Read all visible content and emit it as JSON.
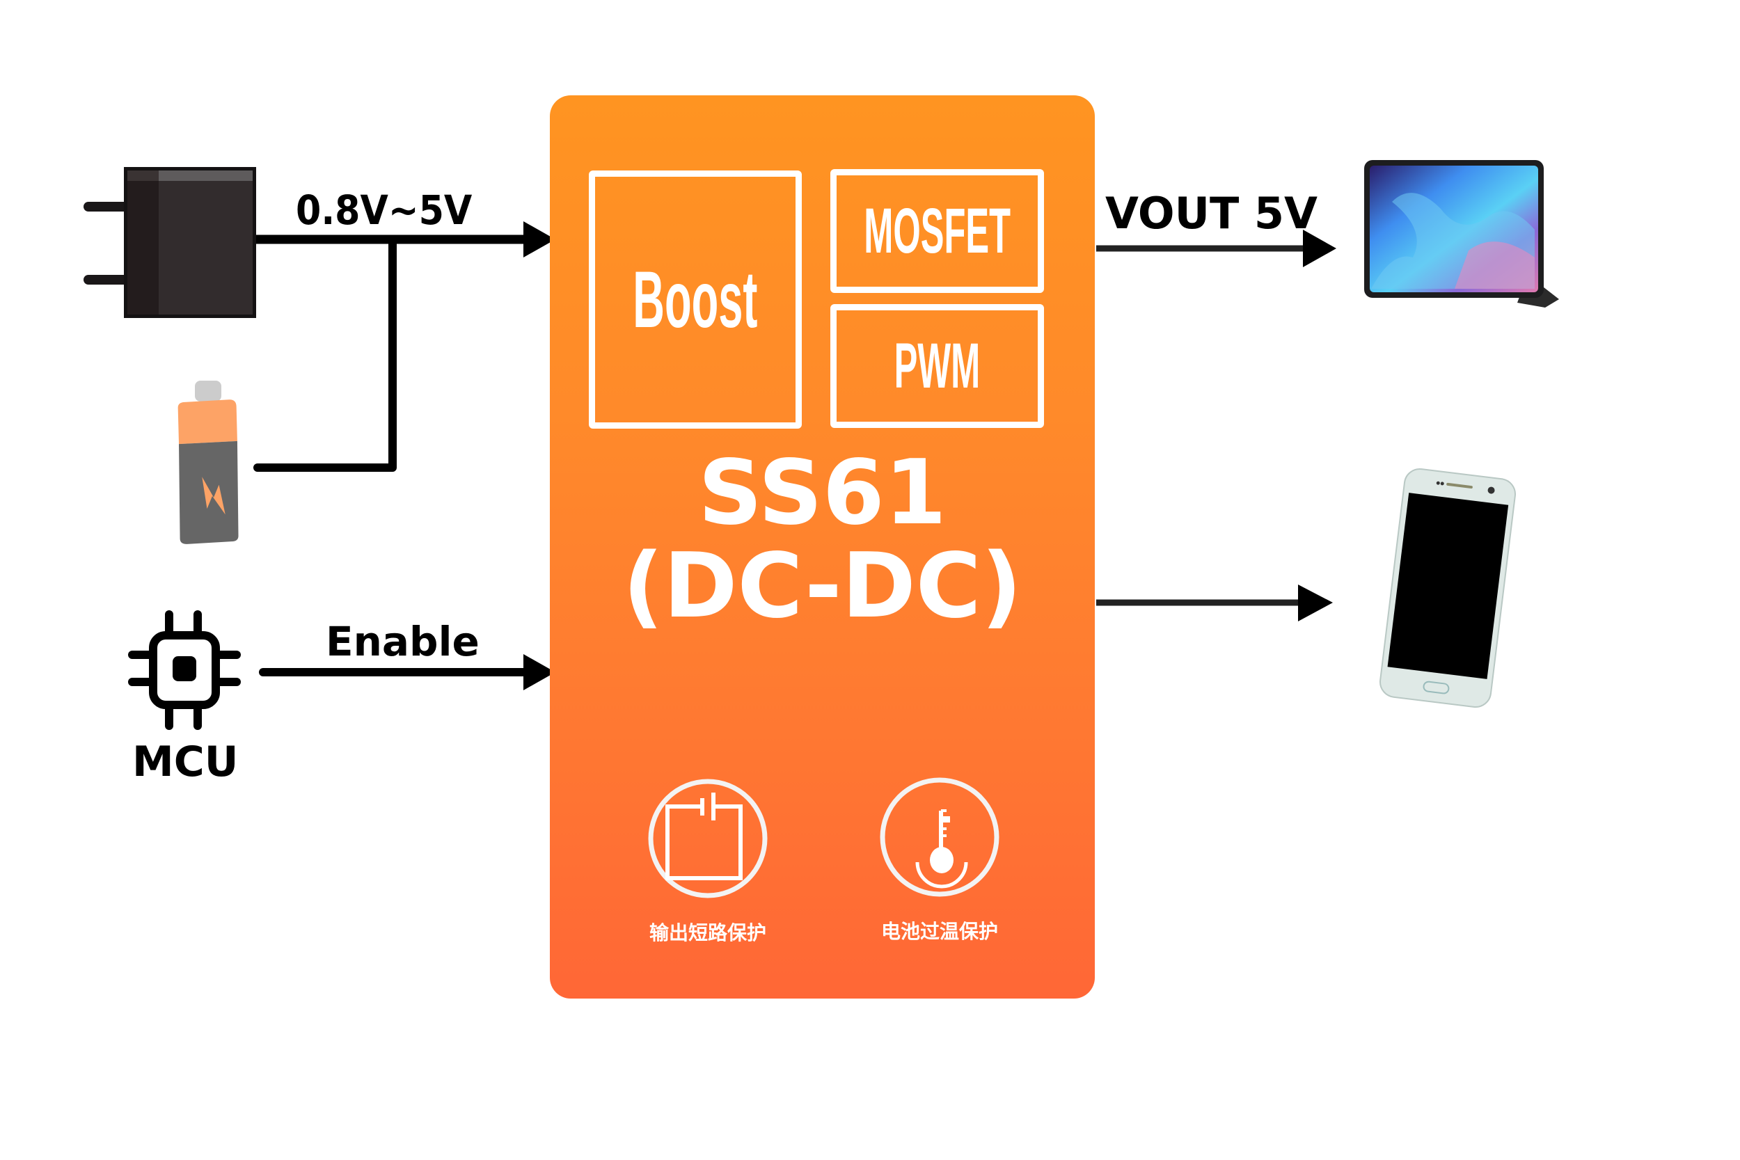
{
  "inputs": {
    "voltage_label": "0.8V~5V",
    "sources": [
      {
        "name": "power-adapter",
        "icon": "plug-adapter-icon"
      },
      {
        "name": "battery",
        "icon": "battery-icon"
      }
    ],
    "enable_label": "Enable",
    "mcu_label": "MCU",
    "mcu_icon": "microchip-icon"
  },
  "chip": {
    "blocks": {
      "boost": "Boost",
      "mosfet": "MOSFET",
      "pwm": "PWM"
    },
    "model": "SS61",
    "type": "(DC-DC)",
    "protections": [
      {
        "icon": "short-circuit-icon",
        "label": "输出短路保护"
      },
      {
        "icon": "thermometer-icon",
        "label": "电池过温保护"
      }
    ],
    "colors": {
      "gradient_top": "#ff9421",
      "gradient_bottom": "#ff6736",
      "foreground": "#ffffff"
    }
  },
  "outputs": {
    "vout_label": "VOUT 5V",
    "devices": [
      {
        "name": "tablet",
        "icon": "tablet-icon"
      },
      {
        "name": "smartphone",
        "icon": "smartphone-icon"
      }
    ]
  }
}
